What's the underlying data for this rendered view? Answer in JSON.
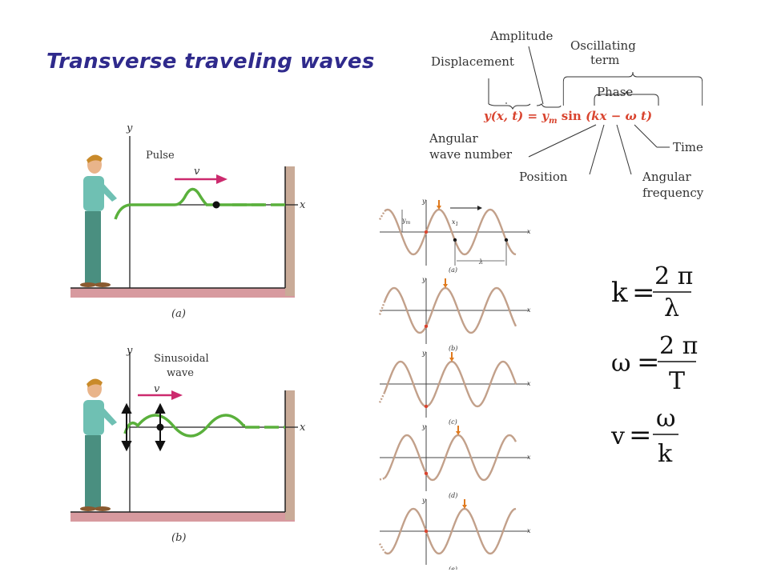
{
  "title": "Transverse traveling waves",
  "equation_diagram": {
    "labels": {
      "amplitude": "Amplitude",
      "oscillating_1": "Oscillating",
      "oscillating_2": "term",
      "displacement": "Displacement",
      "phase": "Phase",
      "angular_wave_number_1": "Angular",
      "angular_wave_number_2": "wave number",
      "time": "Time",
      "position": "Position",
      "angular_frequency_1": "Angular",
      "angular_frequency_2": "frequency"
    },
    "equation": "y(x, t) = y_m sin (kx − ω t)",
    "equation_parts": {
      "lhs": "y(x, t) = ",
      "ym": "y",
      "ym_sub": "m",
      "sin": " sin ",
      "phase": "(kx − ω t)"
    }
  },
  "pulse_panel": {
    "label": "Pulse",
    "axis_y": "y",
    "axis_x": "x",
    "velocity": "v",
    "caption": "(a)"
  },
  "sine_panel": {
    "label_1": "Sinusoidal",
    "label_2": "wave",
    "axis_y": "y",
    "axis_x": "x",
    "velocity": "v",
    "caption": "(b)"
  },
  "wave_sequence": {
    "labels": {
      "y": "y",
      "x": "x",
      "ym": "y",
      "ym_sub": "m",
      "x1": "x",
      "x1_sub": "1",
      "lambda": "λ"
    },
    "captions": [
      "(a)",
      "(b)",
      "(c)",
      "(d)",
      "(e)"
    ],
    "colors": {
      "wave": "#c2a08a",
      "arrow": "#e07a1e",
      "dot": "#d9442f"
    }
  },
  "formulas": {
    "k": {
      "lhs": "k",
      "eq": "=",
      "num": "2 π",
      "den": "λ"
    },
    "omega": {
      "lhs": "ω",
      "eq": "=",
      "num": "2 π",
      "den": "T"
    },
    "v": {
      "lhs": "v",
      "eq": "=",
      "num": "ω",
      "den": "k"
    }
  },
  "colors": {
    "title": "#2f2a8c",
    "rope": "#5ab03c",
    "arrow": "#cc2a6e",
    "floor": "#d79a9f",
    "wall": "#c9ab98",
    "equation": "#d9442f"
  }
}
